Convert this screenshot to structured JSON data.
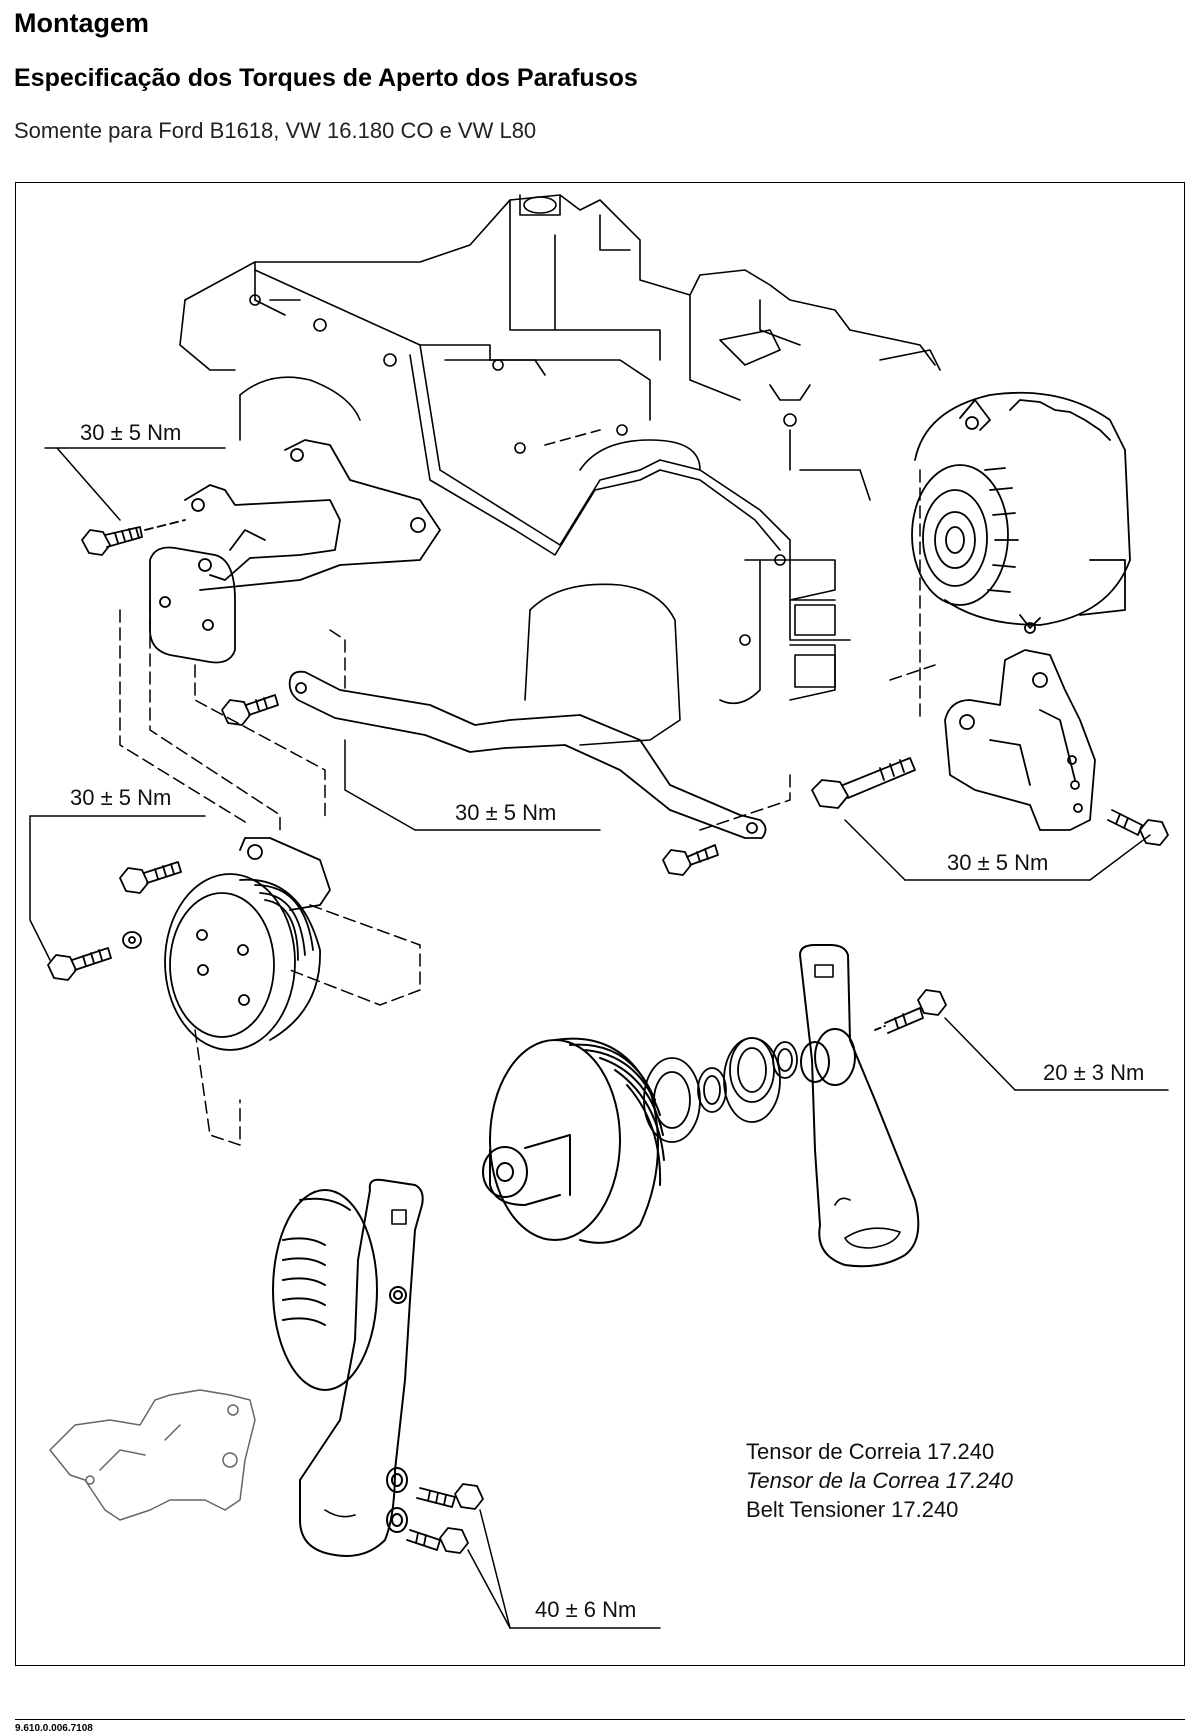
{
  "header": {
    "title": "Montagem",
    "subtitle": "Especificação dos Torques de Aperto dos Parafusos",
    "note": "Somente para Ford B1618, VW 16.180 CO e VW L80"
  },
  "torques": {
    "t1": "30 ± 5 Nm",
    "t2": "30 ± 5 Nm",
    "t3": "30 ± 5 Nm",
    "t4": "30 ± 5 Nm",
    "t5": "20 ± 3 Nm",
    "t6": "40 ± 6 Nm"
  },
  "legend": {
    "pt": "Tensor de Correia 17.240",
    "es": "Tensor de la Correa 17.240",
    "en": "Belt Tensioner 17.240"
  },
  "footer": {
    "doc_number": "9.610.0.006.7108"
  }
}
